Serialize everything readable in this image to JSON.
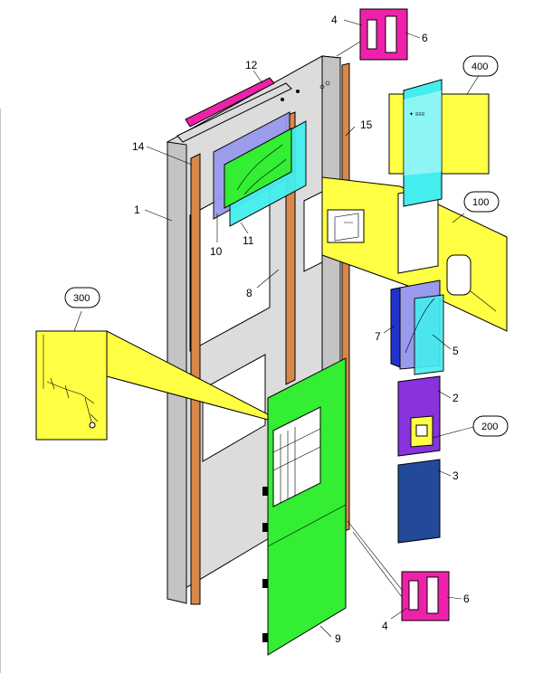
{
  "colors": {
    "cabinet": "#dcdcdc",
    "cabinet_side": "#c4c4c4",
    "door": "#33ee33",
    "rail": "#d8884a",
    "magenta": "#ee22aa",
    "yellow": "#ffff44",
    "cyan": "#44eeee",
    "lavender": "#9999ee",
    "purple": "#8833dd",
    "navy": "#224a99",
    "blue": "#2233cc"
  },
  "callouts": {
    "c1": "1",
    "c2": "2",
    "c3": "3",
    "c4_top": "4",
    "c4_bottom": "4",
    "c5": "5",
    "c6_top": "6",
    "c6_bottom": "6",
    "c7": "7",
    "c8": "8",
    "c9": "9",
    "c10": "10",
    "c11": "11",
    "c12": "12",
    "c14": "14",
    "c15": "15"
  },
  "bubbles": {
    "b100": "100",
    "b200": "200",
    "b300": "300",
    "b400": "400"
  }
}
